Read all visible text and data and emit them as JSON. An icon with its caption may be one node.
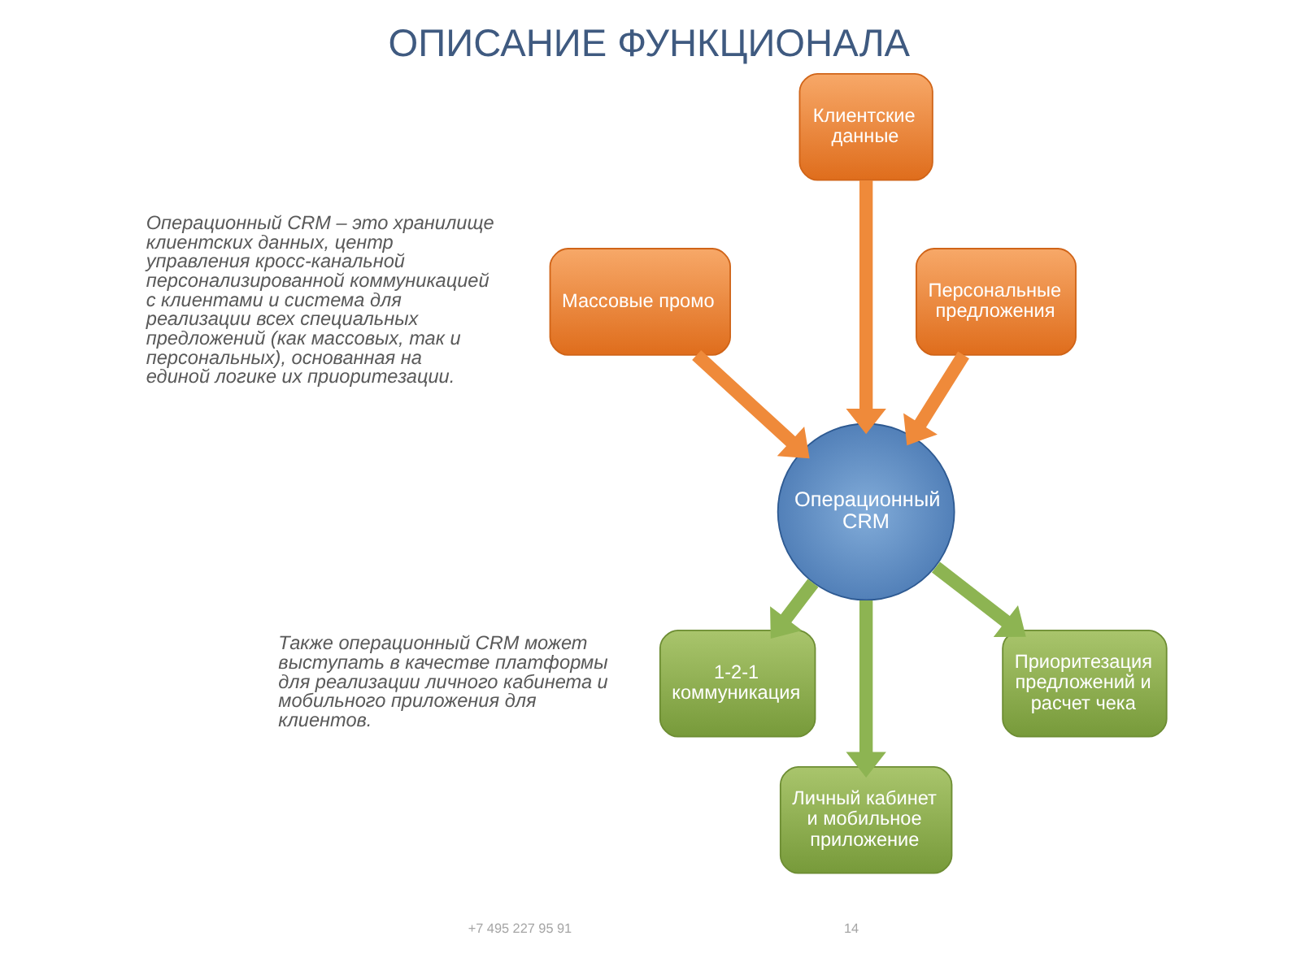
{
  "diagram": {
    "title": "ОПИСАНИЕ ФУНКЦИОНАЛА",
    "nodes": [
      {
        "text": [
          "Клиентские данные"
        ]
      },
      {
        "text": [
          "Массовые промо"
        ]
      },
      {
        "text": [
          "Персональные предложения"
        ]
      },
      {
        "text": [
          "Операционный CRM"
        ]
      },
      {
        "text": [
          "1-2-1 коммуникация"
        ]
      },
      {
        "text": [
          "Приоритезация предложений и расчет чека"
        ]
      },
      {
        "text": [
          "Личный кабинет и мобильное приложение"
        ]
      }
    ],
    "edges": [
      {
        "from": 0,
        "to": 3,
        "arrow": "to",
        "color": "#ef8a3a"
      },
      {
        "from": 1,
        "to": 3,
        "arrow": "to",
        "color": "#ef8a3a"
      },
      {
        "from": 2,
        "to": 3,
        "arrow": "to",
        "color": "#ef8a3a"
      },
      {
        "from": 3,
        "to": 4,
        "arrow": "to",
        "color": "#8db452"
      },
      {
        "from": 3,
        "to": 5,
        "arrow": "to",
        "color": "#8db452"
      },
      {
        "from": 3,
        "to": 6,
        "arrow": "to",
        "color": "#8db452"
      }
    ],
    "labels": [
      "Операционный CRM – это хранилище клиентских данных, центр управления кросс-канальной персонализированной коммуникацией с клиентами и система для реализации всех специальных предложений (как массовых, так и персональных), основанная на единой логике их приоритезации.",
      "Также операционный CRM может выступать в качестве платформы для реализации личного кабинета и мобильного приложения для клиентов.",
      "+7 495 227 95 91",
      "14"
    ]
  }
}
